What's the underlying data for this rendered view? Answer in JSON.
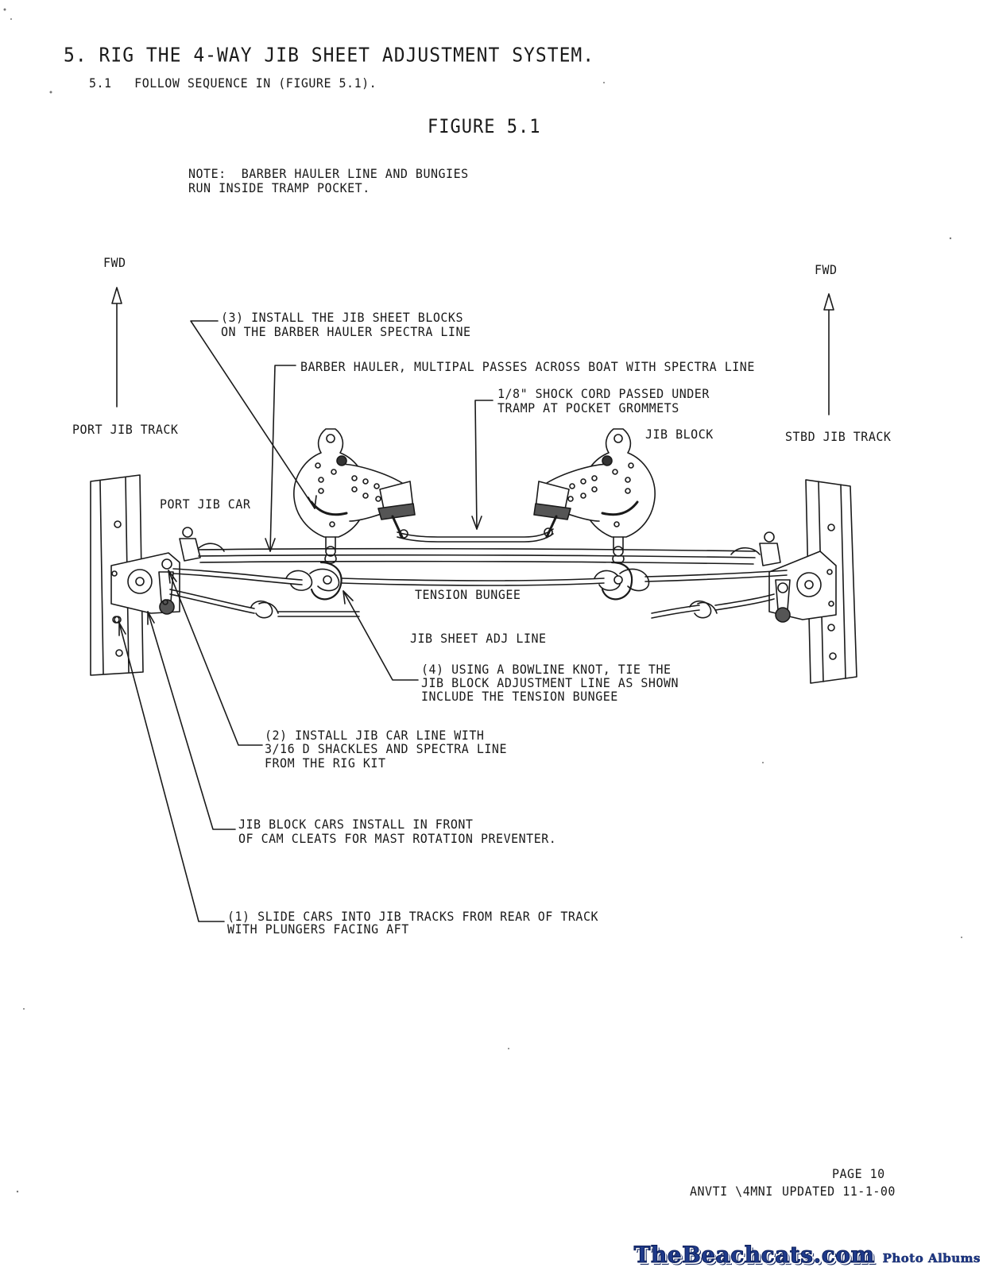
{
  "section": {
    "heading": "5. RIG THE 4-WAY JIB SHEET ADJUSTMENT SYSTEM.",
    "step": "5.1   FOLLOW SEQUENCE IN (FIGURE 5.1)."
  },
  "figure": {
    "title": "FIGURE 5.1",
    "note_line1": "NOTE:  BARBER HAULER LINE AND BUNGIES",
    "note_line2": "RUN INSIDE TRAMP POCKET."
  },
  "labels": {
    "fwd_left": "FWD",
    "fwd_right": "FWD",
    "port_jib_track": "PORT JIB TRACK",
    "stbd_jib_track": "STBD JIB TRACK",
    "port_jib_car": "PORT JIB CAR",
    "jib_block": "JIB BLOCK",
    "tension_bungee": "TENSION BUNGEE",
    "jib_sheet_adj_line": "JIB SHEET ADJ LINE"
  },
  "callouts": {
    "step3_line1": "(3) INSTALL THE JIB SHEET BLOCKS",
    "step3_line2": "ON THE BARBER HAULER SPECTRA LINE",
    "barber_hauler": "BARBER HAULER, MULTIPAL PASSES ACROSS BOAT WITH SPECTRA LINE",
    "shock_line1": "1/8\" SHOCK CORD PASSED UNDER",
    "shock_line2": "TRAMP AT POCKET GROMMETS",
    "step4_line1": "(4) USING A BOWLINE KNOT, TIE THE",
    "step4_line2": "JIB BLOCK ADJUSTMENT LINE AS SHOWN",
    "step4_line3": "INCLUDE THE TENSION BUNGEE",
    "step2_line1": "(2) INSTALL JIB CAR LINE WITH",
    "step2_line2": "3/16 D SHACKLES AND SPECTRA LINE",
    "step2_line3": "FROM THE RIG KIT",
    "cars_line1": "JIB BLOCK CARS INSTALL IN FRONT",
    "cars_line2": "OF CAM CLEATS FOR MAST ROTATION PREVENTER.",
    "step1_line1": "(1) SLIDE CARS INTO JIB TRACKS FROM REAR OF TRACK",
    "step1_line2": "WITH PLUNGERS FACING AFT"
  },
  "footer": {
    "page": "PAGE 10",
    "doc_id": "ANVTI \\4MNI",
    "updated": "UPDATED 11-1-00"
  },
  "watermark": {
    "main": "TheBeachcats.com",
    "sub": "Photo Albums"
  }
}
